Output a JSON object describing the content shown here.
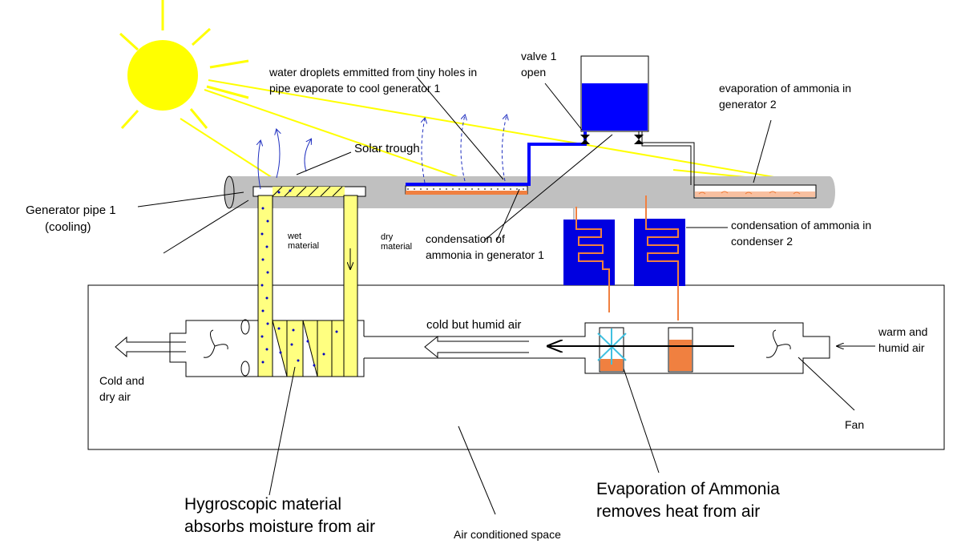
{
  "labels": {
    "water_droplets": [
      "water droplets emmitted from tiny holes in",
      "pipe evaporate to cool generator 1"
    ],
    "valve1": [
      "valve 1",
      "open"
    ],
    "evap_gen2": [
      "evaporation of ammonia in",
      "generator 2"
    ],
    "solar_trough": "Solar trough",
    "generator_pipe1": [
      "Generator pipe 1",
      "(cooling)"
    ],
    "wet_material": [
      "wet",
      "material"
    ],
    "dry_material": [
      "dry",
      "material"
    ],
    "cond_gen1": [
      "condensation of",
      "ammonia in generator 1"
    ],
    "cond_cond2": [
      "condensation of ammonia in",
      "condenser  2"
    ],
    "cold_humid_air": "cold but humid air",
    "warm_humid_air": [
      "warm and",
      "humid air"
    ],
    "cold_dry_air": [
      "Cold and",
      "dry air"
    ],
    "fan": "Fan",
    "hygroscopic": [
      "Hygroscopic material",
      "absorbs moisture from air"
    ],
    "evap_ammonia": [
      "Evaporation of Ammonia",
      "removes heat from air"
    ],
    "air_space": "Air conditioned space"
  },
  "colors": {
    "sun": "#ffff00",
    "pipe": "#c0c0c0",
    "tank_water": "#0000ff",
    "condenser": "#0000e0",
    "ammonia": "#f08040",
    "material": "#ffff80",
    "droplets_line": "#0000c0"
  }
}
